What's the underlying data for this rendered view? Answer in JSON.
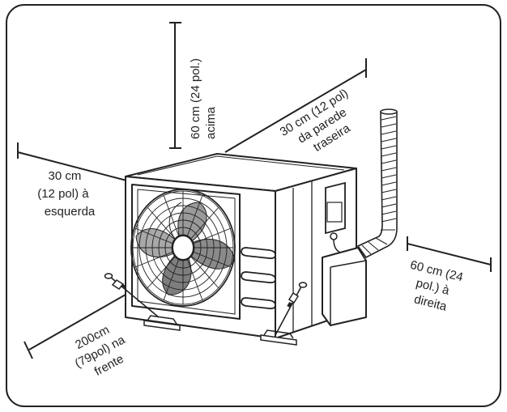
{
  "labels": {
    "above": [
      "60 cm (24 pol.)",
      "acima"
    ],
    "rear": [
      "30 cm (12 pol)",
      "da parede",
      "traseira"
    ],
    "left": [
      "30 cm",
      "(12 pol) à",
      "esquerda"
    ],
    "right": [
      "60 cm (24",
      "pol.) à",
      "direita"
    ],
    "front": [
      "200cm",
      "(79pol) na",
      "frente"
    ]
  },
  "colors": {
    "line": "#222222",
    "body": "#ffffff",
    "blade": "#8a8a8a",
    "blade_light": "#c4c4c4",
    "frame": "#222222"
  },
  "icons": [
    "outdoor-ac-unit",
    "fan-grille",
    "pipe-conduit",
    "anchor-bolt"
  ]
}
